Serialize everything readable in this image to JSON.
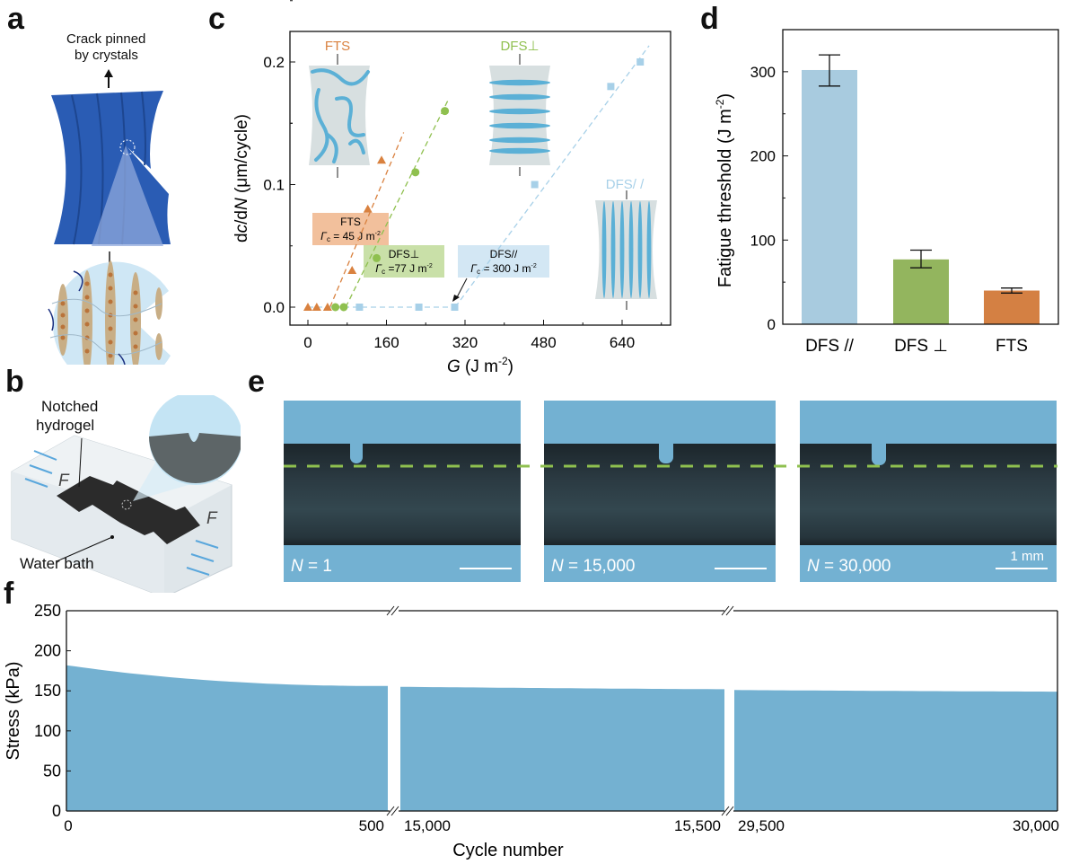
{
  "panel_labels": {
    "a": "a",
    "b": "b",
    "c": "c",
    "d": "d",
    "e": "e",
    "f": "f"
  },
  "panel_a": {
    "caption_line1": "Crack pinned",
    "caption_line2": "by crystals"
  },
  "panel_b": {
    "notched_line1": "Notched",
    "notched_line2": "hydrogel",
    "force_label": "F",
    "bath_label": "Water bath"
  },
  "panel_e": {
    "frames": [
      {
        "n_prefix": "N",
        "n_value": "= 1"
      },
      {
        "n_prefix": "N",
        "n_value": "= 15,000"
      },
      {
        "n_prefix": "N",
        "n_value": "= 30,000"
      }
    ],
    "scale_label": "1 mm",
    "colors": {
      "background": "#73b1d2",
      "dash_line": "#8fc04f"
    }
  },
  "chart_data": [
    {
      "id": "c",
      "type": "scatter",
      "xlabel": {
        "italic": "G",
        "rest": " (J m",
        "sup": "-2",
        "close": ")"
      },
      "ylabel": {
        "a": "d",
        "b": "c",
        "c": "/d",
        "d": "N",
        "e": " (μm/cycle)"
      },
      "xlim": [
        -35,
        770
      ],
      "ylim": [
        -0.015,
        0.225
      ],
      "xticks": [
        0,
        160,
        320,
        480,
        640
      ],
      "xtick_labels": [
        "0",
        "160",
        "320",
        "480",
        "640"
      ],
      "yticks": [
        0.0,
        0.1,
        0.2
      ],
      "ytick_labels": [
        "0.0",
        "0.1",
        "0.2"
      ],
      "series": [
        {
          "name": "FTS",
          "marker": "triangle",
          "color": "#d9813f",
          "x": [
            0,
            18,
            40,
            90,
            122,
            150
          ],
          "y": [
            0,
            0,
            0,
            0.03,
            0.08,
            0.12
          ],
          "fit": {
            "x0": 45,
            "x1": 195,
            "slope": 0.00095
          },
          "threshold": {
            "title": "FTS",
            "value": "= 45 J m"
          },
          "box_color": "#f2c09c"
        },
        {
          "name": "DFS⊥",
          "marker": "circle",
          "color": "#8fc04f",
          "x": [
            56,
            73,
            140,
            219,
            279
          ],
          "y": [
            0,
            0,
            0.04,
            0.11,
            0.16
          ],
          "fit": {
            "x0": 77,
            "x1": 287,
            "slope": 0.00081
          },
          "threshold": {
            "title": "DFS⊥",
            "value": "=77 J m"
          },
          "box_color": "#c9e0a8"
        },
        {
          "name": "DFS//",
          "marker": "square",
          "color": "#a7d0e8",
          "x": [
            105,
            226,
            299,
            462,
            617,
            677
          ],
          "y": [
            0,
            0,
            0,
            0.1,
            0.18,
            0.2
          ],
          "fit": {
            "x0": 300,
            "x1": 695,
            "slope": 0.00054
          },
          "threshold": {
            "title": "DFS//",
            "value": "= 300 J m"
          },
          "box_color": "#d3e7f4"
        }
      ],
      "inset_labels": [
        "FTS",
        "DFS⊥",
        "DFS/ /"
      ],
      "gamma": {
        "symbol": "Γ",
        "sub": "c",
        "sup": "-2"
      }
    },
    {
      "id": "d",
      "type": "bar",
      "categories": [
        "DFS //",
        "DFS ⊥",
        "FTS"
      ],
      "values": [
        302,
        77,
        40
      ],
      "errors": [
        [
          283,
          320
        ],
        [
          67,
          88
        ],
        [
          37,
          43
        ]
      ],
      "colors": [
        "#a8cbdf",
        "#93b55e",
        "#d48043"
      ],
      "ylabel": {
        "text": "Fatigue threshold (J m",
        "sup": "-2",
        "close": ")"
      },
      "ylim": [
        0,
        350
      ],
      "yticks": [
        0,
        100,
        200,
        300
      ],
      "ytick_labels": [
        "0",
        "100",
        "200",
        "300"
      ]
    },
    {
      "id": "f",
      "type": "area",
      "xlabel": "Cycle number",
      "ylabel": "Stress (kPa)",
      "ylim": [
        0,
        250
      ],
      "yticks": [
        0,
        50,
        100,
        150,
        200,
        250
      ],
      "ytick_labels": [
        "0",
        "50",
        "100",
        "150",
        "200",
        "250"
      ],
      "segments": [
        {
          "x_start": 0,
          "x_end": 500,
          "start_label": "0",
          "end_label": "500",
          "stress_start": 182,
          "stress_end": 156
        },
        {
          "x_start": 15000,
          "x_end": 15500,
          "start_label": "15,000",
          "end_label": "15,500",
          "stress_start": 155,
          "stress_end": 152
        },
        {
          "x_start": 29500,
          "x_end": 30000,
          "start_label": "29,500",
          "end_label": "30,000",
          "stress_start": 151,
          "stress_end": 149
        }
      ],
      "fill_color": "#74b1d1"
    }
  ]
}
